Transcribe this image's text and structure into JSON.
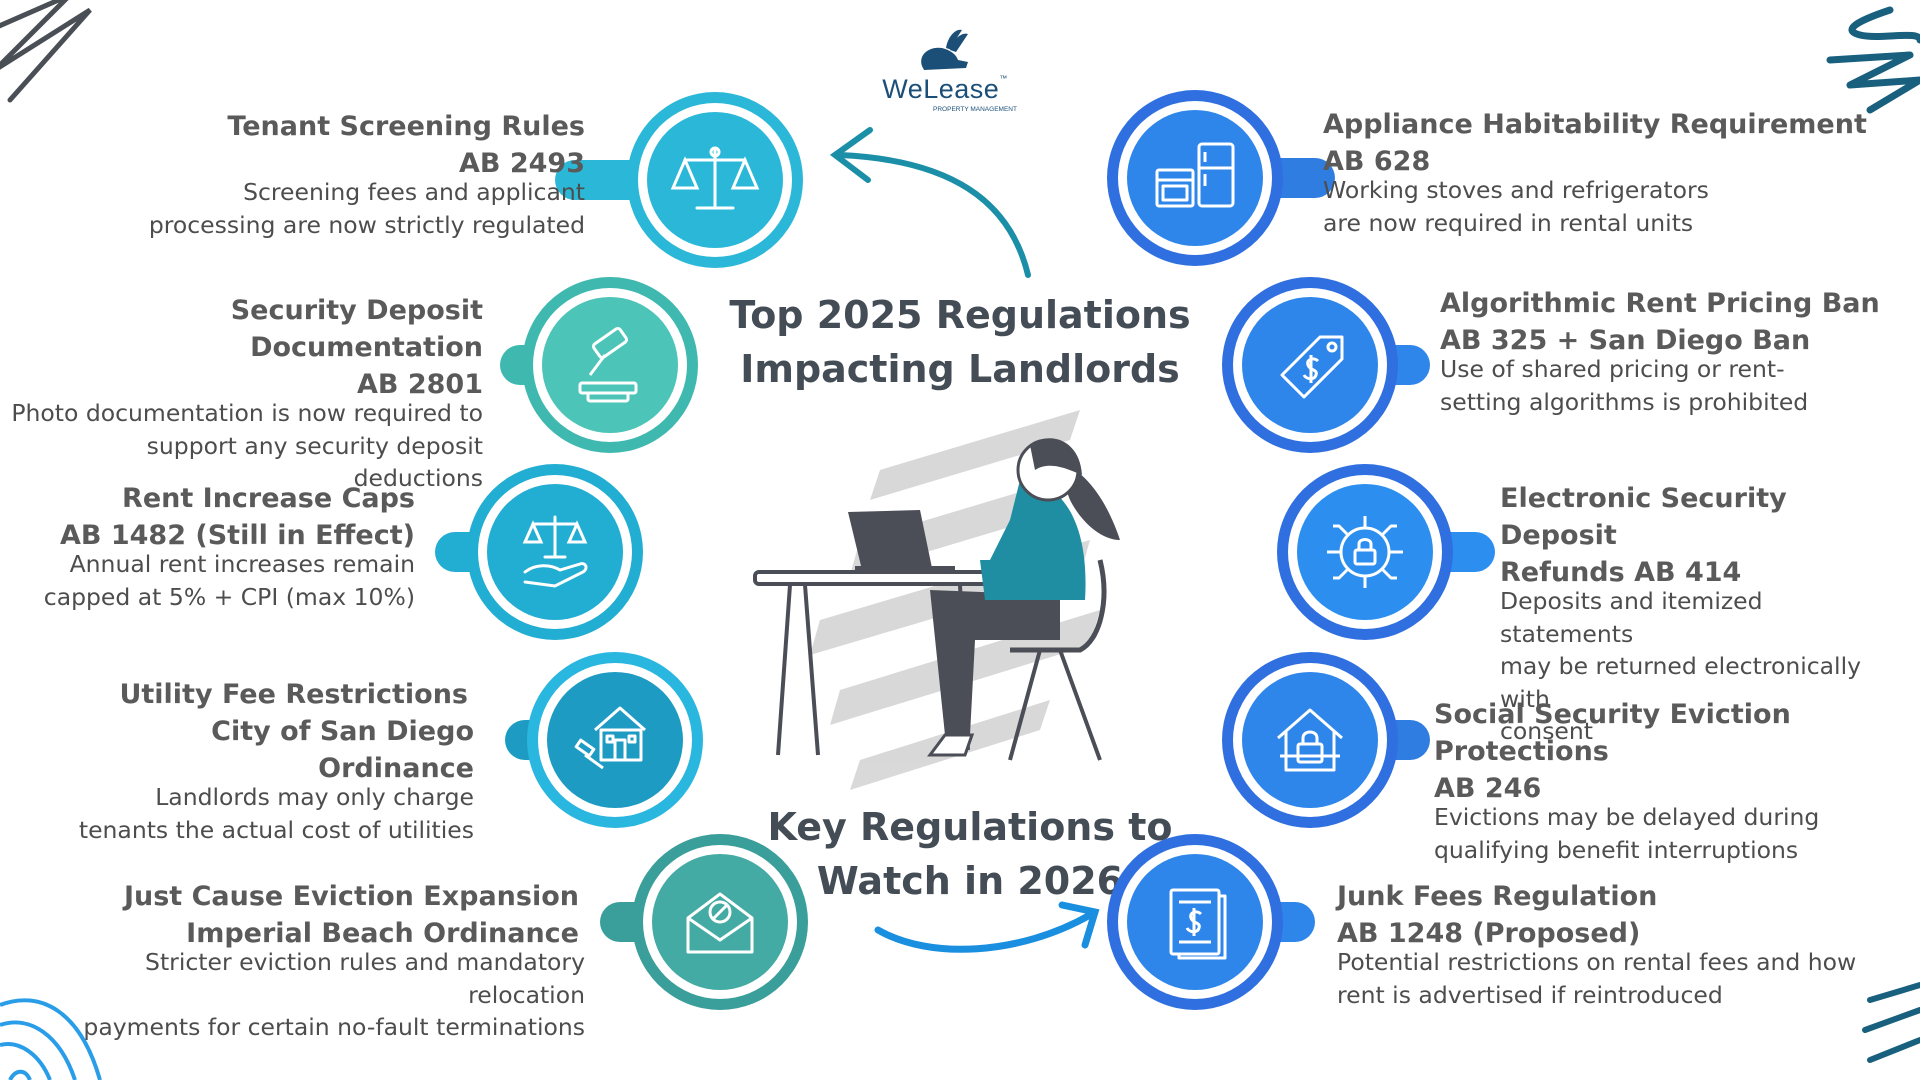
{
  "logo": {
    "name": "WeLease",
    "tm": "™",
    "subtitle": "PROPERTY MANAGEMENT"
  },
  "titles": {
    "top_line1": "Top 2025 Regulations",
    "top_line2": "Impacting Landlords",
    "bottom_line1": "Key Regulations to",
    "bottom_line2": "Watch in 2026"
  },
  "left_items": [
    {
      "title": "Tenant Screening Rules",
      "code": "AB 2493",
      "desc1": "Screening fees and applicant",
      "desc2": "processing are now strictly regulated",
      "icon": "scales-icon",
      "color": "#2bb8d8"
    },
    {
      "title": "Security Deposit Documentation",
      "code": "AB 2801",
      "desc1": "Photo documentation is now required to",
      "desc2": "support any security deposit deductions",
      "icon": "gavel-icon",
      "color": "#3fb8b0"
    },
    {
      "title": "Rent Increase Caps",
      "code": "AB 1482 (Still in Effect)",
      "desc1": "Annual rent increases remain",
      "desc2": "capped at 5% + CPI (max 10%)",
      "icon": "scales-hand-icon",
      "color": "#22aed2"
    },
    {
      "title": "Utility Fee Restrictions",
      "code": "City of San Diego Ordinance",
      "desc1": "Landlords may only charge",
      "desc2": "tenants the actual cost of utilities",
      "icon": "house-gavel-icon",
      "color": "#1e9bc3"
    },
    {
      "title": "Just Cause Eviction Expansion",
      "code": "Imperial Beach Ordinance",
      "desc1": "Stricter eviction rules and mandatory relocation",
      "desc2": "payments for certain no-fault terminations",
      "icon": "envelope-icon",
      "color": "#3a9e9a"
    }
  ],
  "right_items": [
    {
      "title": "Appliance Habitability Requirement",
      "code": "AB 628",
      "desc1": "Working stoves and refrigerators",
      "desc2": "are now required in rental units",
      "icon": "appliances-icon",
      "color": "#2f7de0"
    },
    {
      "title": "Algorithmic Rent Pricing Ban",
      "code": "AB 325 + San Diego Ban",
      "desc1": "Use of shared pricing or rent-",
      "desc2": "setting algorithms is prohibited",
      "icon": "price-tag-icon",
      "color": "#2f86ea"
    },
    {
      "title": "Electronic Security Deposit",
      "code": "Refunds AB 414",
      "desc1": "Deposits and itemized statements",
      "desc2": "may be returned electronically with",
      "desc3": "consent",
      "icon": "lock-circuit-icon",
      "color": "#2c8ff0"
    },
    {
      "title": "Social Security Eviction Protections",
      "code": "AB 246",
      "desc1": "Evictions may be delayed during",
      "desc2": "qualifying benefit interruptions",
      "icon": "house-lock-icon",
      "color": "#2f7de0"
    },
    {
      "title": "Junk Fees Regulation",
      "code": "AB 1248 (Proposed)",
      "desc1": "Potential restrictions on rental fees and how",
      "desc2": "rent is advertised if reintroduced",
      "icon": "invoice-icon",
      "color": "#2f86ea"
    }
  ],
  "colors": {
    "title_text": "#444c55",
    "arrow_teal": "#1c8fa8",
    "arrow_blue": "#1a8fe0",
    "desk_dark": "#4b4e56",
    "shirt_teal": "#1f8ea3"
  }
}
